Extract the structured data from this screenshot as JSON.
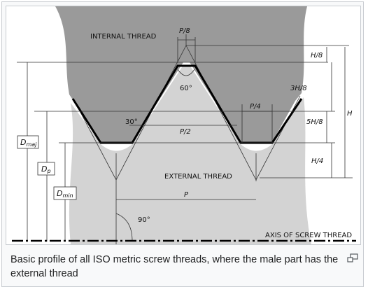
{
  "diagram": {
    "labels": {
      "internal_thread": "INTERNAL THREAD",
      "external_thread": "EXTERNAL THREAD",
      "axis": "AXIS OF SCREW THREAD",
      "p8": "P/8",
      "p4": "P/4",
      "p2": "P/2",
      "p": "P",
      "angle60": "60°",
      "angle30": "30°",
      "angle90": "90°",
      "h8": "H/8",
      "h38": "3H/8",
      "h58": "5H/8",
      "h4": "H/4",
      "h": "H",
      "dmaj_base": "D",
      "dmaj_sub": "maj",
      "dp_base": "D",
      "dp_sub": "p",
      "dmin_base": "D",
      "dmin_sub": "min"
    },
    "colors": {
      "internal_fill": "#9a9a9a",
      "external_fill": "#d3d3d3",
      "profile_line": "#000000"
    }
  },
  "caption": {
    "text": "Basic profile of all ISO metric screw threads, where the male part has the external thread"
  },
  "enlarge_icon": "enlarge-icon"
}
